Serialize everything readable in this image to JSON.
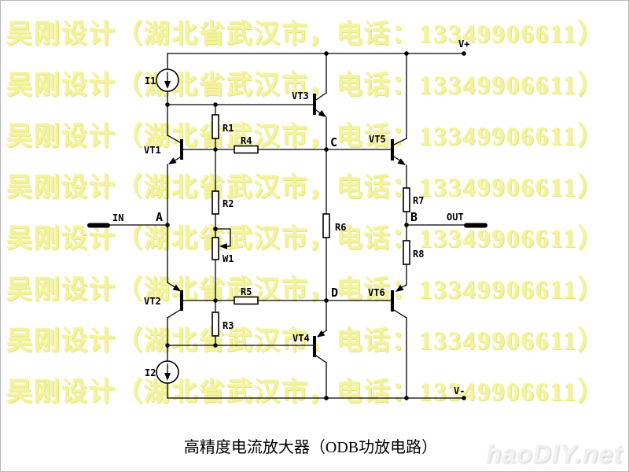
{
  "watermark": {
    "text": "吴刚设计（湖北省武汉市，电话：13349906611）",
    "color": "#f2f2a0",
    "rows": 8
  },
  "caption": "高精度电流放大器（ODB功放电路）",
  "site_logo": "haoDIY.net",
  "schematic": {
    "line_color": "#000000",
    "background": "#ffffff",
    "transistors": {
      "vt1": "VT1",
      "vt2": "VT2",
      "vt3": "VT3",
      "vt4": "VT4",
      "vt5": "VT5",
      "vt6": "VT6"
    },
    "resistors": {
      "r1": "R1",
      "r2": "R2",
      "r3": "R3",
      "r4": "R4",
      "r5": "R5",
      "r6": "R6",
      "r7": "R7",
      "r8": "R8"
    },
    "potentiometer": {
      "w1": "W1"
    },
    "current_sources": {
      "i1": "I1",
      "i2": "I2"
    },
    "nodes": {
      "a": "A",
      "b": "B",
      "c": "C",
      "d": "D"
    },
    "terminals": {
      "input": "IN",
      "output": "OUT",
      "v_plus": "V+",
      "v_minus": "V-"
    }
  }
}
